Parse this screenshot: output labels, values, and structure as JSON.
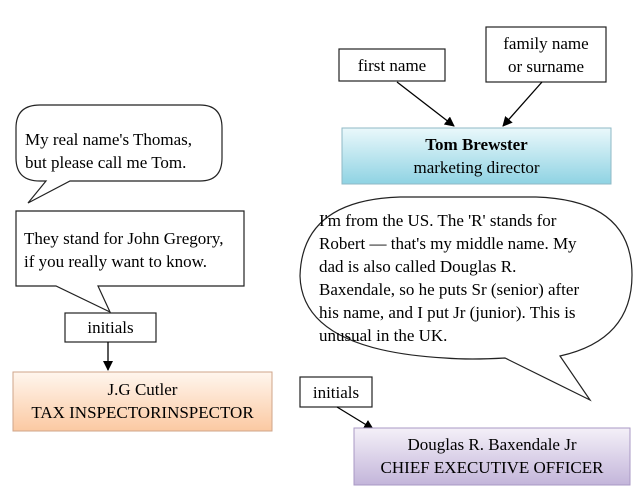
{
  "left": {
    "bubble1": {
      "lines": [
        "My real name's Thomas,",
        "but please call me Tom."
      ]
    },
    "bubble2": {
      "lines": [
        "They stand for John Gregory,",
        "if you really want to know."
      ]
    },
    "initials_label": "initials",
    "card": {
      "name": "J.G Cutler",
      "title": "TAX INSPECTORINSPECTOR"
    }
  },
  "right": {
    "first_name_label": "first name",
    "family_name_label": [
      "family name",
      "or surname"
    ],
    "card_top": {
      "name": "Tom Brewster",
      "title": "marketing director"
    },
    "bubble": {
      "lines": [
        "I'm from the US. The 'R' stands for",
        "Robert — that's my middle name. My",
        "dad is also called Douglas R.",
        "Baxendale, so he puts Sr (senior) after",
        "his name, and I put Jr (junior). This is",
        "unusual in the UK."
      ]
    },
    "initials_label": "initials",
    "card_bottom": {
      "name": "Douglas R. Baxendale Jr",
      "title": "CHIEF EXECUTIVE OFFICER"
    }
  }
}
